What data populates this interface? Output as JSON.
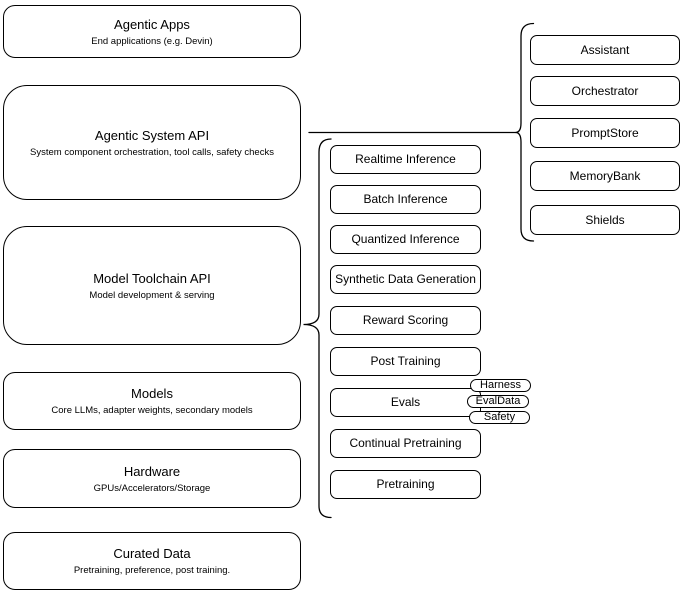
{
  "colors": {
    "stroke": "#000000",
    "fill": "#ffffff",
    "background": "#ffffff"
  },
  "left_stack": [
    {
      "title": "Agentic Apps",
      "subtitle": "End applications (e.g. Devin)"
    },
    {
      "title": "Agentic System API",
      "subtitle": "System component orchestration, tool calls, safety checks"
    },
    {
      "title": "Model Toolchain API",
      "subtitle": "Model development & serving"
    },
    {
      "title": "Models",
      "subtitle": "Core LLMs, adapter weights, secondary models"
    },
    {
      "title": "Hardware",
      "subtitle": "GPUs/Accelerators/Storage"
    },
    {
      "title": "Curated Data",
      "subtitle": "Pretraining, preference, post training."
    }
  ],
  "toolchain": {
    "items": [
      "Realtime Inference",
      "Batch Inference",
      "Quantized Inference",
      "Synthetic Data Generation",
      "Reward Scoring",
      "Post Training",
      "Evals",
      "Continual Pretraining",
      "Pretraining"
    ]
  },
  "eval_tags": [
    "Harness",
    "EvalData",
    "Safety"
  ],
  "system_components": [
    "Assistant",
    "Orchestrator",
    "PromptStore",
    "MemoryBank",
    "Shields"
  ]
}
